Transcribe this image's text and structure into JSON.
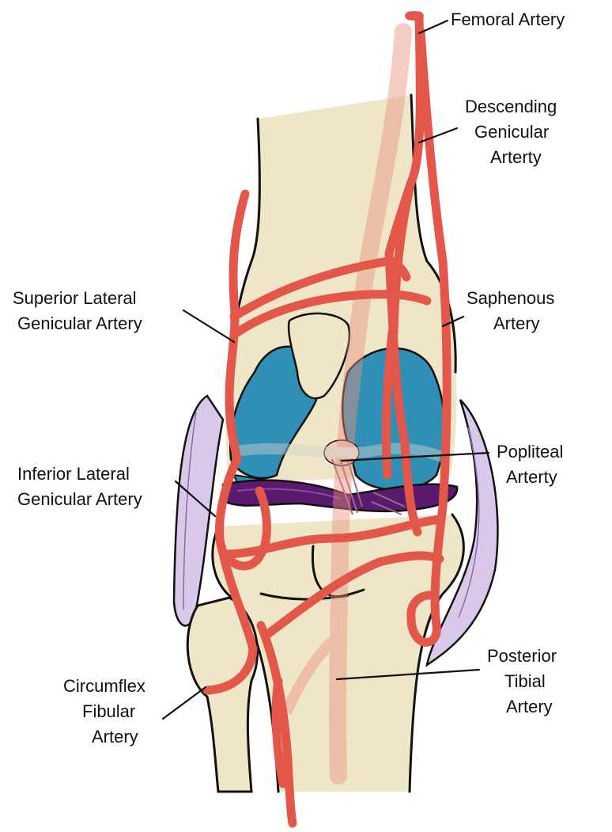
{
  "colors": {
    "bone": "#efe6c8",
    "artery": "#e2574a",
    "meniscus_cartilage": "#2f8fb5",
    "meniscus_purple": "#5a1a6e",
    "ligament": "#d9c8ea",
    "outline": "#111111"
  },
  "labels": {
    "femoral": [
      "Femoral Artery"
    ],
    "descending": [
      "Descending",
      "Genicular",
      "Arterty"
    ],
    "superior_lateral": [
      "Superior Lateral",
      "Genicular Artery"
    ],
    "saphenous": [
      "Saphenous",
      "Artery"
    ],
    "popliteal": [
      "Popliteal",
      "Arterty"
    ],
    "inferior_lateral": [
      "Inferior Lateral",
      "Genicular Artery"
    ],
    "posterior_tibial": [
      "Posterior",
      "Tibial",
      "Artery"
    ],
    "circumflex": [
      "Circumflex",
      "Fibular",
      "Artery"
    ]
  }
}
